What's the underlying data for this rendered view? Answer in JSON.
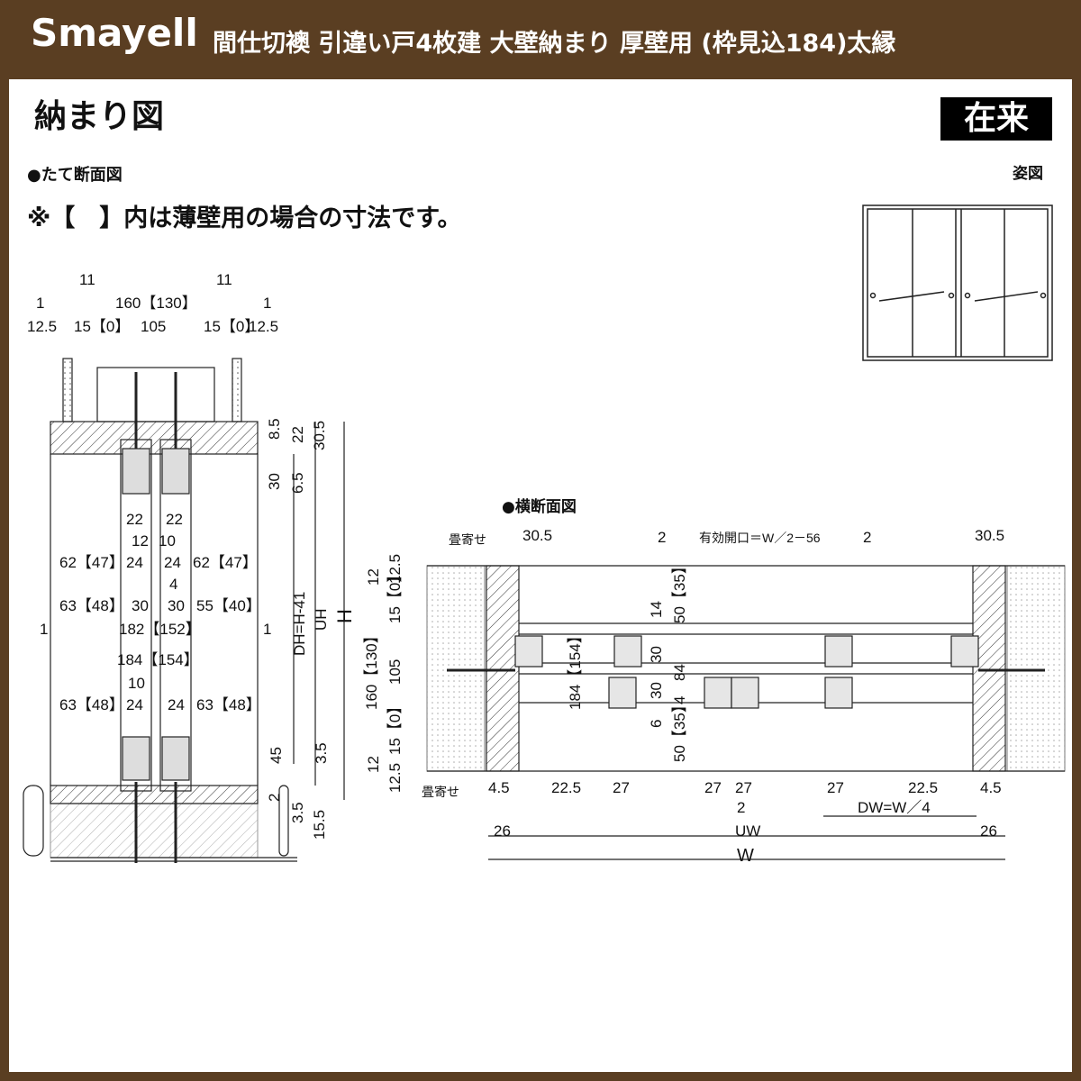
{
  "header": {
    "brand": "Smayell",
    "title": "間仕切襖 引違い戸4枚建 大壁納まり 厚壁用 (枠見込184)太縁"
  },
  "panel": {
    "section_title": "納まり図",
    "badge": "在来",
    "vertical_section_label": "●たて断面図",
    "note": "※【　】内は薄壁用の場合の寸法です。",
    "figure_label": "姿図",
    "horizontal_section_label": "●横断面図"
  },
  "vertical_dims": {
    "top_11_left": "11",
    "top_11_right": "11",
    "top_1_left": "1",
    "top_1_right": "1",
    "width_160": "160【130】",
    "r_12_5_left": "12.5",
    "r_15_0_left": "15【0】",
    "r_105": "105",
    "r_15_0_right": "15【0】",
    "r_12_5_right": "12.5",
    "v_8_5": "8.5",
    "v_22": "22",
    "v_30_5": "30.5",
    "v_30": "30",
    "v_6_5": "6.5",
    "a_22_l": "22",
    "a_22_r": "22",
    "a_12": "12",
    "a_10": "10",
    "a_62_l": "62【47】",
    "a_24_l": "24",
    "a_24_r": "24",
    "a_62_r": "62【47】",
    "a_4": "4",
    "a_63_l": "63【48】",
    "a_30_l": "30",
    "a_30_r": "30",
    "a_55_r": "55【40】",
    "a_1_l": "1",
    "a_182": "182【152】",
    "a_1_r": "1",
    "a_184": "184【154】",
    "a_10b": "10",
    "a_63b_l": "63【48】",
    "a_24b_l": "24",
    "a_24b_r": "24",
    "a_63b_r": "63【48】",
    "dh": "DH=H-41",
    "uh": "UH",
    "h": "H",
    "v_45": "45",
    "v_3_5": "3.5",
    "v_2": "2",
    "v_3_5b": "3.5",
    "v_15_5": "15.5"
  },
  "horizontal_dims": {
    "tatami_top": "畳寄せ",
    "tatami_bottom": "畳寄せ",
    "t_30_5_l": "30.5",
    "t_2_l": "2",
    "effective_opening": "有効開口＝W／2－56",
    "t_2_r": "2",
    "t_30_5_r": "30.5",
    "l_12": "12",
    "l_12_5": "12.5",
    "l_15_0": "15【0】",
    "l_14": "14",
    "l_50_35": "50【35】",
    "l_160": "160【130】",
    "l_105": "105",
    "l_184": "184【154】",
    "l_30a": "30",
    "l_84": "84",
    "l_30b": "30",
    "l_4": "4",
    "l_6": "6",
    "l_15_0b": "15【0】",
    "l_50_35b": "50【35】",
    "l_12b": "12",
    "l_12_5b": "12.5",
    "b_4_5_l": "4.5",
    "b_22_5_l": "22.5",
    "b_27_a": "27",
    "b_27_b": "27",
    "b_27_c": "27",
    "b_27_d": "27",
    "b_22_5_r": "22.5",
    "b_4_5_r": "4.5",
    "b_2": "2",
    "b_dw": "DW=W／4",
    "b_26_l": "26",
    "b_uw": "UW",
    "b_26_r": "26",
    "b_w": "W"
  }
}
